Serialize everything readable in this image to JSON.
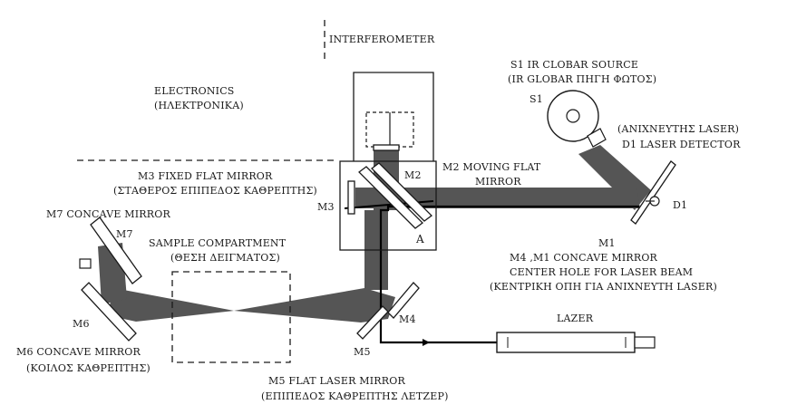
{
  "labels": {
    "interferometer": "INTERFEROMETER",
    "electronics": "ELECTRONICS",
    "electronics_gr": "(ΗΛΕΚΤΡΟΝΙΚΑ)",
    "s1_title": "S1 IR CLOBAR SOURCE",
    "s1_title_gr": "(IR GLOBAR ΠΗΓΗ ΦΩΤΟΣ)",
    "s1": "S1",
    "laser_detector_gr": "(ΑΝΙΧΝΕΥΤΗΣ LASER)",
    "laser_detector": "D1 LASER DETECTOR",
    "d1": "D1",
    "m2_title_line1": "M2 MOVING FLAT",
    "m2_title_line2": "MIRROR",
    "m2": "M2",
    "m3_title": "M3  FIXED FLAT MIRROR",
    "m3_title_gr": "(ΣΤΑΘΕΡΟΣ ΕΠΙΠΕΔΟΣ ΚΑΘΡΕΠΤΗΣ)",
    "m3": "M3",
    "a": "A",
    "m7_title": "M7 CONCAVE MIRROR",
    "m7": "M7",
    "sample_title": "SAMPLE  COMPARTMENT",
    "sample_title_gr": "(ΘΕΣΗ ΔΕΙΓΜΑΤΟΣ)",
    "m1": "M1",
    "m4m1_title": "M4 ,M1 CONCAVE MIRROR",
    "m4m1_sub": "CENTER HOLE FOR LASER BEAM",
    "m4m1_sub_gr": "(ΚΕΝΤΡΙΚΗ ΟΠΗ ΓΙΑ ΑΝΙΧΝΕΥΤΗ LASER)",
    "m6": "M6",
    "m4": "M4",
    "lazer": "LAZER",
    "m5": "M5",
    "m6_title": "M6  CONCAVE MIRROR",
    "m6_title_gr": "(ΚΟΙΛΟΣ ΚΑΘΡΕΠΤΗΣ)",
    "m5_title": "M5 FLAT LASER MIRROR",
    "m5_title_gr": "(ΕΠΙΠΕΔΟΣ ΚΑΘΡΕΠΤΗΣ ΛΕΤΖΕΡ)"
  },
  "colors": {
    "beam": "#555555",
    "line": "#1a1a1a",
    "background": "#ffffff"
  }
}
